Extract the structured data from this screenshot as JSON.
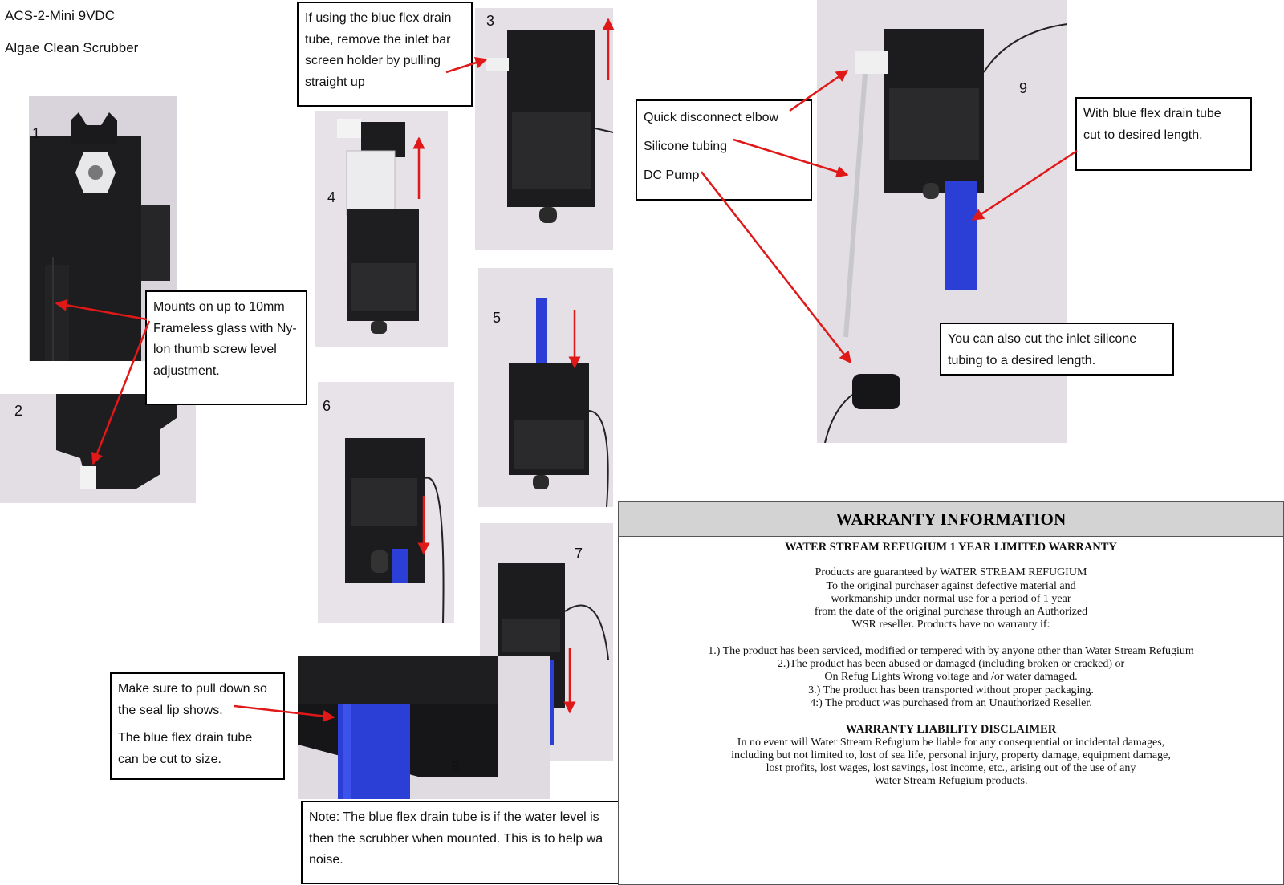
{
  "header": {
    "model": "ACS-2-Mini 9VDC",
    "product": "Algae Clean Scrubber"
  },
  "step_numbers": [
    "1",
    "2",
    "3",
    "4",
    "5",
    "6",
    "7",
    "8",
    "9"
  ],
  "callouts": {
    "mount": [
      "Mounts on up to 10mm",
      "Frameless glass with Ny-",
      "lon thumb screw level",
      "adjustment."
    ],
    "inlet": [
      "If using the blue flex drain",
      "tube, remove the inlet bar",
      "screen holder by pulling",
      "straight up"
    ],
    "pull_down": [
      "Make sure to pull down so",
      "the seal lip shows."
    ],
    "cut_size": [
      "The blue flex drain tube",
      "can be cut to size."
    ],
    "note": [
      "Note: The blue flex drain tube is if the water level is",
      "then the scrubber when mounted. This is to help wa",
      "noise."
    ],
    "parts": [
      "Quick disconnect elbow",
      "Silicone tubing",
      "DC Pump"
    ],
    "blue_tube": [
      "With blue flex drain tube",
      "cut to desired length."
    ],
    "cut_silicone": [
      "You can also cut the inlet silicone",
      "tubing  to a desired length."
    ]
  },
  "warranty": {
    "title": "WARRANTY INFORMATION",
    "subtitle": "WATER STREAM REFUGIUM 1 YEAR LIMITED WARRANTY",
    "guarantee": [
      "Products are guaranteed by WATER STREAM REFUGIUM",
      "To the original purchaser against defective material and",
      "workmanship under normal use for  a period of 1 year",
      "from the date of the original purchase through an Authorized",
      "WSR reseller. Products have no warranty if:"
    ],
    "conditions": [
      "1.) The product has been serviced, modified or tempered with by anyone other than Water Stream Refugium",
      "2.)The product has been abused or damaged (including broken or cracked) or",
      "On Refug Lights Wrong voltage and /or water damaged.",
      "3.) The product has been transported without proper packaging.",
      "4:) The product was purchased from an Unauthorized Reseller."
    ],
    "disclaimer_title": "WARRANTY LIABILITY DISCLAIMER",
    "disclaimer": [
      "In no event will Water Stream Refugium be liable for any consequential or incidental damages,",
      "including but not limited to, lost of sea life, personal injury, property damage, equipment damage,",
      "lost profits, lost wages, lost savings, lost income, etc., arising out of the use of any",
      "Water Stream Refugium products."
    ]
  },
  "colors": {
    "arrow": "#e01818",
    "blue_tube": "#2b3fd6",
    "housing": "#1c1c1e",
    "backdrop": "#ddd9de",
    "warranty_header": "#d3d3d3"
  }
}
